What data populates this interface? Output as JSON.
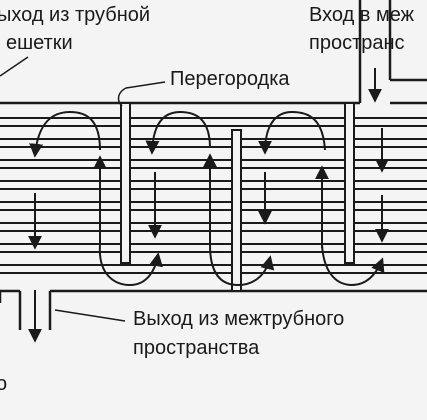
{
  "labels": {
    "tube_sheet_outlet_line1": "ыход из трубной",
    "tube_sheet_outlet_line2": "ешетки",
    "shell_inlet_line1": "Вход в меж",
    "shell_inlet_line2": "пространс",
    "baffle": "Перегородка",
    "shell_outlet_line1": "Выход из межтрубного",
    "shell_outlet_line2": "пространства",
    "bottom_left_fragment": "о"
  },
  "colors": {
    "background": "#f4f4f4",
    "ink": "#1a1a1a"
  }
}
